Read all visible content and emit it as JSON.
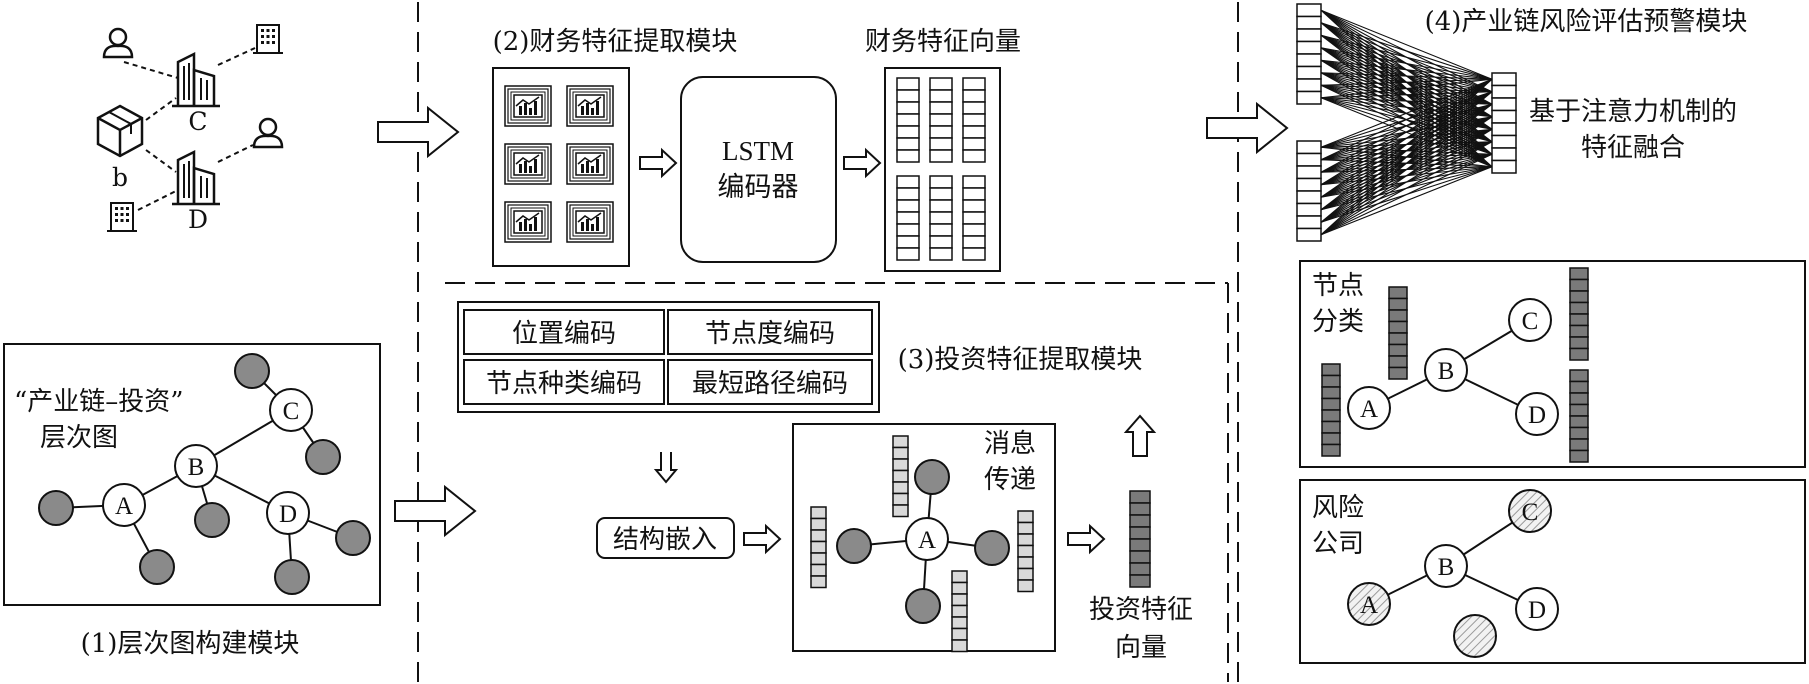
{
  "modules": {
    "m1_title": "(1)层次图构建模块",
    "m2_title": "(2)财务特征提取模块",
    "m3_title": "(3)投资特征提取模块",
    "m4_title": "(4)产业链风险评估预警模块"
  },
  "panel1": {
    "graph_label_line1": "“产业链–投资”",
    "graph_label_line2": "层次图"
  },
  "top_left": {
    "company_c": "C",
    "company_d": "D",
    "product_b": "b"
  },
  "graph_nodes": {
    "a": "A",
    "b": "B",
    "c": "C",
    "d": "D"
  },
  "finance": {
    "lstm_line1": "LSTM",
    "lstm_line2": "编码器",
    "vector_title": "财务特征向量"
  },
  "encodings": [
    "位置编码",
    "节点度编码",
    "节点种类编码",
    "最短路径编码"
  ],
  "invest": {
    "struct_embed": "结构嵌入",
    "msg_line1": "消息",
    "msg_line2": "传递",
    "vec_line1": "投资特征",
    "vec_line2": "向量"
  },
  "fusion": {
    "line1": "基于注意力机制的",
    "line2": "特征融合"
  },
  "classify": {
    "line1": "节点",
    "line2": "分类"
  },
  "risk": {
    "line1": "风险",
    "line2": "公司"
  },
  "colors": {
    "filled_node": "#8a8a8a",
    "dark_cell": "#7a7a7a",
    "light_cell": "#d9d9d9",
    "stroke": "#222222"
  }
}
